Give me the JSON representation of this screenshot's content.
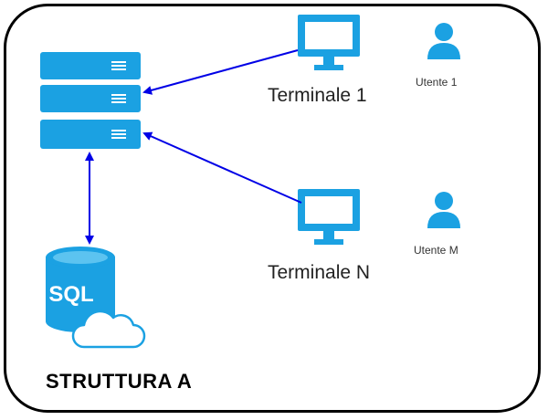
{
  "diagram": {
    "title": "STRUTTURA A",
    "db_label": "SQL",
    "terminals": [
      {
        "label": "Terminale 1"
      },
      {
        "label": "Terminale N"
      }
    ],
    "users": [
      {
        "label": "Utente 1"
      },
      {
        "label": "Utente M"
      }
    ],
    "colors": {
      "icon": "#1ba1e2",
      "arrow": "#0000e6",
      "border": "#000000"
    }
  }
}
